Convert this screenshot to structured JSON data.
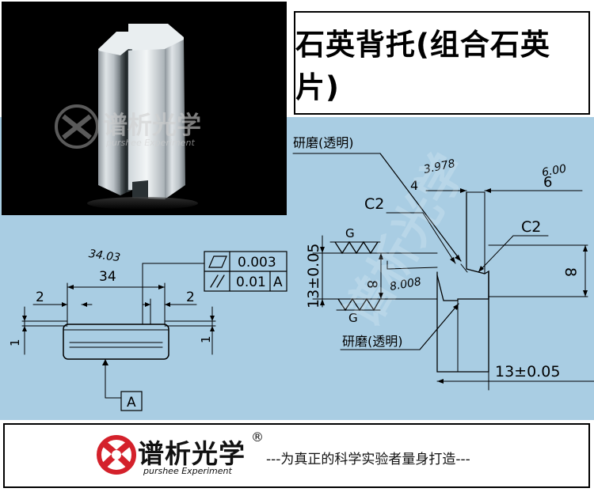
{
  "title": "石英背托(组合石英片)",
  "photo": {
    "watermark_cn": "谱析光学",
    "watermark_en": "purshee Experiment"
  },
  "left_drawing": {
    "dim_total": "34",
    "dim_measured": "34.03",
    "dim_left": "2",
    "dim_right": "2",
    "dim_thickness": "1",
    "tolerance_flatness": "0.003",
    "tolerance_parallel": "0.01",
    "datum": "A",
    "datum_label": "A"
  },
  "right_drawing": {
    "grind_top": "研磨(透明)",
    "grind_bottom": "研磨(透明)",
    "dim_4": "4",
    "dim_4_measured": "3.978",
    "dim_6": "6",
    "dim_6_measured": "6.00",
    "chamfer_left": "C2",
    "chamfer_right": "C2",
    "surface_top": "G",
    "surface_bottom": "G",
    "dim_height": "13±0.05",
    "dim_8": "8",
    "dim_8_measured": "8.008",
    "dim_8_right": "8",
    "dim_width": "13±0.05"
  },
  "footer": {
    "brand_cn": "谱析光学",
    "brand_en": "purshee Experiment",
    "registered": "®",
    "tagline": "---为真正的科学实验者量身打造---"
  },
  "colors": {
    "drawing_bg": "#a9cde3",
    "logo_red": "#d4212b",
    "line": "#000000"
  }
}
